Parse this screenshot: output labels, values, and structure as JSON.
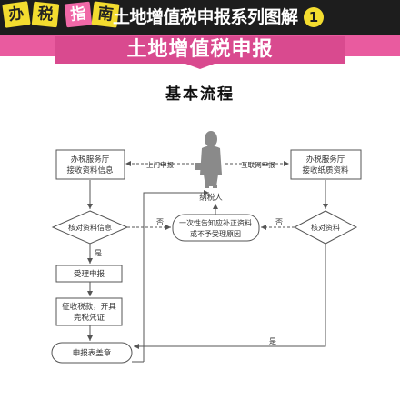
{
  "header": {
    "tags": [
      "办",
      "税",
      "指",
      "南"
    ],
    "series_title": "土地增值税申报系列图解",
    "issue_number": "1"
  },
  "ribbon": {
    "title": "土地增值税申报"
  },
  "section_title": "基本流程",
  "colors": {
    "banner": "#1d1d1d",
    "ribbon": "#e95b9f",
    "tag_yellow": "#f3dc2f",
    "line": "#555555"
  },
  "icons": {
    "person": "taxpayer-silhouette-icon"
  },
  "diagram": {
    "taxpayer": "纳税人",
    "left_hall": [
      "办税服务厅",
      "接收资料信息"
    ],
    "right_hall": [
      "办税服务厅",
      "接收纸质资料"
    ],
    "door_label": "上门申报",
    "internet_label": "互联网申报",
    "left_check": "核对资料信息",
    "right_check": "核对资料",
    "middle_notice": [
      "一次性告知应补正资料",
      "或不予受理原因"
    ],
    "no_label_1": "否",
    "no_label_2": "否",
    "yes_label_1": "是",
    "yes_label_2": "是",
    "accept": "受理申报",
    "collect": [
      "征收税款，开具",
      "完税凭证"
    ],
    "stamp": "申报表盖章"
  }
}
